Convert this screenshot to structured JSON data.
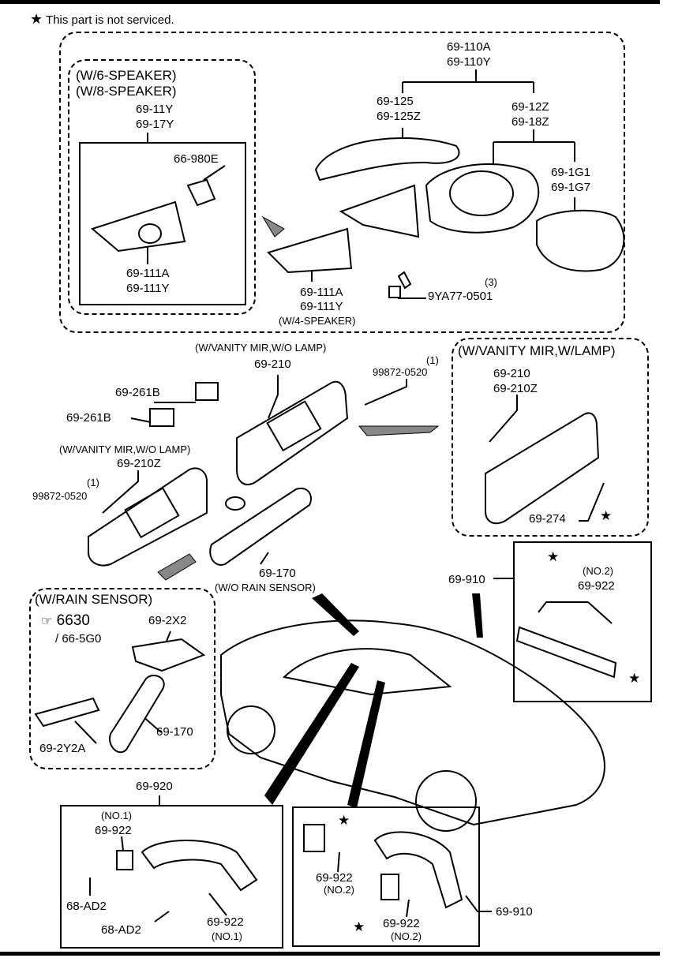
{
  "note": {
    "star": "★",
    "text": "This part is not serviced."
  },
  "mirror_section": {
    "speaker_box": {
      "line1": "(W/6-SPEAKER)",
      "line2": "(W/8-SPEAKER)"
    },
    "part_11": [
      "69-11Y",
      "69-17Y"
    ],
    "part_980": "66-980E",
    "part_111_inner": [
      "69-111A",
      "69-111Y"
    ],
    "part_110": [
      "69-110A",
      "69-110Y"
    ],
    "part_125": [
      "69-125",
      "69-125Z"
    ],
    "part_12": [
      "69-12Z",
      "69-18Z"
    ],
    "part_1g": [
      "69-1G1",
      "69-1G7"
    ],
    "part_111_outer": [
      "69-111A",
      "69-111Y",
      "(W/4-SPEAKER)"
    ],
    "bolt": {
      "qty": "(3)",
      "part": "9YA77-0501"
    }
  },
  "visor_section": {
    "no_lamp_header_1": "(W/VANITY MIR,W/O LAMP)",
    "part_210": "69-210",
    "screw_1": {
      "qty": "(1)",
      "part": "99872-0520"
    },
    "clip_1": "69-261B",
    "clip_2": "69-261B",
    "no_lamp_header_2": "(W/VANITY MIR,W/O LAMP)",
    "part_210z": "69-210Z",
    "screw_2": {
      "qty": "(1)",
      "part": "99872-0520"
    },
    "lamp_box": {
      "header": "(W/VANITY MIR,W/LAMP)",
      "part": [
        "69-210",
        "69-210Z"
      ],
      "part_274": "69-274",
      "star": "★"
    },
    "mirror_170": "69-170",
    "no_rain": "(W/O RAIN SENSOR)"
  },
  "rain_section": {
    "header": "(W/RAIN SENSOR)",
    "ref": "6630",
    "ref_sub": "/ 66-5G0",
    "part_2x2": "69-2X2",
    "part_2y2a": "69-2Y2A",
    "part_170": "69-170"
  },
  "handle_top": {
    "part_910": "69-910",
    "part_922": "69-922",
    "no2": "(NO.2)",
    "star": "★"
  },
  "handle_left": {
    "part_920": "69-920",
    "no1_top": "(NO.1)",
    "part_922_top": "69-922",
    "part_ad2_1": "68-AD2",
    "part_ad2_2": "68-AD2",
    "part_922_bottom": "69-922",
    "no1_bottom": "(NO.1)"
  },
  "handle_right": {
    "star": "★",
    "part_922_a": "69-922",
    "no2_a": "(NO.2)",
    "part_922_b": "69-922",
    "no2_b": "(NO.2)",
    "part_910": "69-910"
  }
}
